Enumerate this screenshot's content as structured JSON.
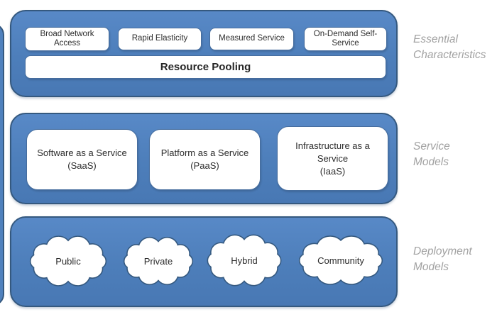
{
  "diagram": {
    "sections": [
      {
        "side_label": "Essential Characteristics",
        "boxes": [
          "Broad Network Access",
          "Rapid Elasticity",
          "Measured Service",
          "On-Demand Self-Service"
        ],
        "wide_box": "Resource Pooling"
      },
      {
        "side_label": "Service Models",
        "models": [
          {
            "name": "Software as a Service",
            "abbr": "(SaaS)"
          },
          {
            "name": "Platform as a Service",
            "abbr": "(PaaS)"
          },
          {
            "name": "Infrastructure as a Service",
            "abbr": "(IaaS)"
          }
        ]
      },
      {
        "side_label": "Deployment Models",
        "clouds": [
          "Public",
          "Private",
          "Hybrid",
          "Community"
        ]
      }
    ],
    "colors": {
      "band_fill": "#4f81bd",
      "band_border": "#35597f",
      "side_label_gray": "#a1a1a1"
    }
  }
}
